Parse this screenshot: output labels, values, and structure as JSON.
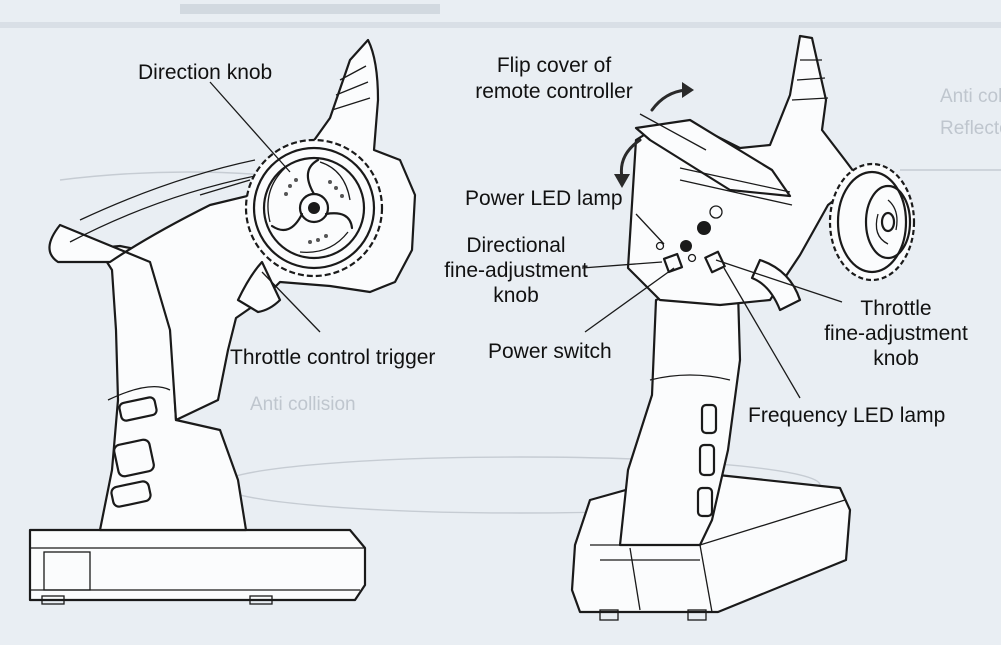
{
  "labels": {
    "direction_knob": "Direction knob",
    "throttle_trigger": "Throttle control trigger",
    "flip_cover_1": "Flip cover of",
    "flip_cover_2": "remote controller",
    "power_led": "Power LED lamp",
    "dir_fine_1": "Directional",
    "dir_fine_2": "fine-adjustment",
    "dir_fine_3": "knob",
    "power_switch": "Power switch",
    "throttle_fine_1": "Throttle",
    "throttle_fine_2": "fine-adjustment",
    "throttle_fine_3": "knob",
    "freq_led": "Frequency LED lamp"
  },
  "background_text": {
    "line1": "Anti collision car will cause injury",
    "line2": "Reflector",
    "line3": "Anti collision"
  },
  "colors": {
    "background": "#e9eef3",
    "ink": "#1a1a1a",
    "ghost_print": "#c6ccd3"
  }
}
